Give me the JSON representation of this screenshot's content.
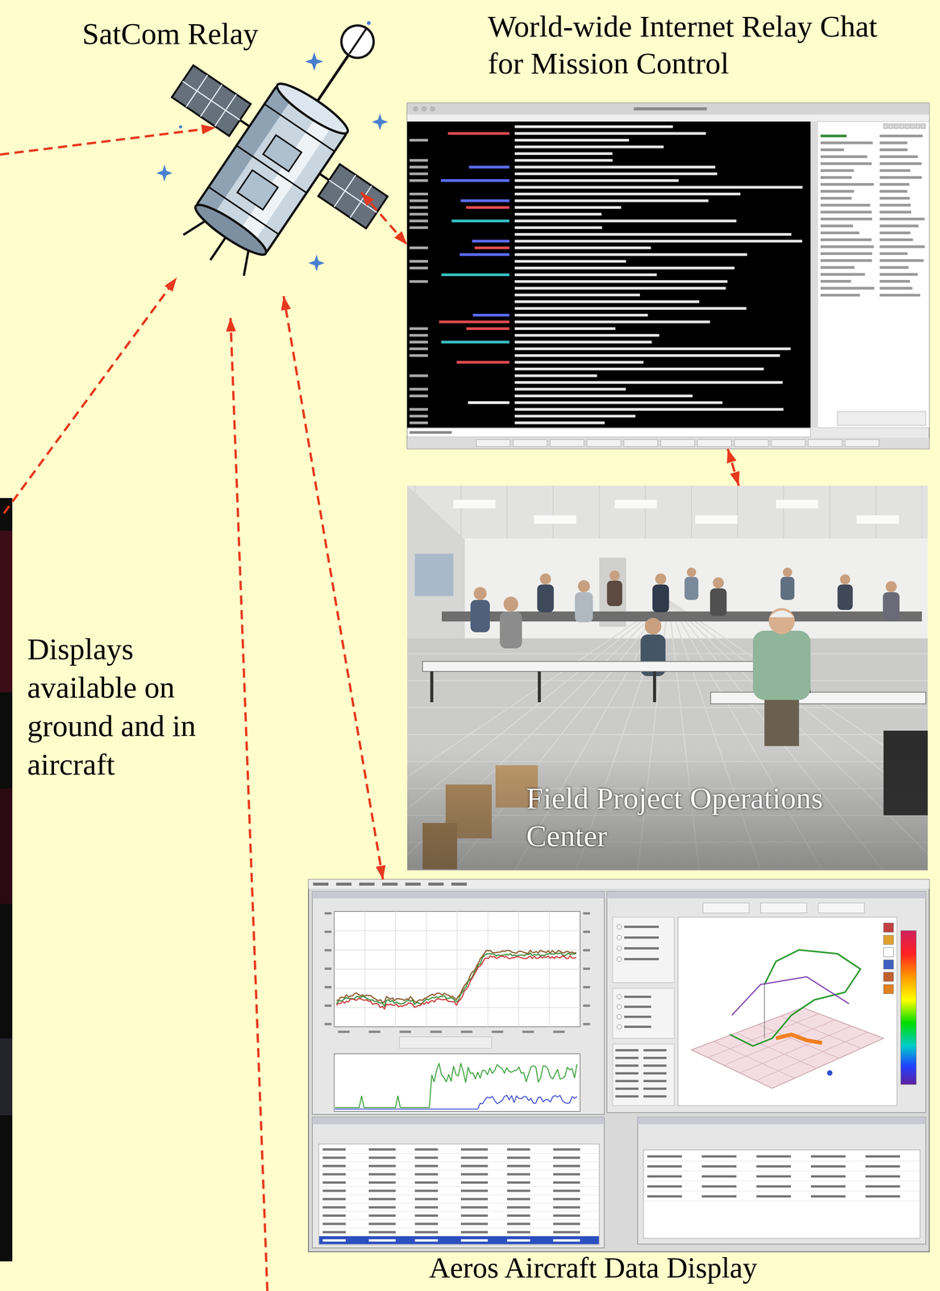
{
  "diagram": {
    "nodes": [
      {
        "text": [
          "SatCom Relay"
        ]
      },
      {
        "text": [
          "World-wide Internet Relay Chat for Mission Control"
        ]
      },
      {
        "text": [
          "Field Project Operations Center"
        ]
      },
      {
        "text": [
          "Aeros Aircraft Data Display"
        ]
      }
    ],
    "edges": [
      {
        "from": 0,
        "to": 1,
        "arrow": "both"
      },
      {
        "from": 1,
        "to": 2,
        "arrow": "both"
      },
      {
        "from": 3,
        "to": 0,
        "arrow": "both"
      }
    ],
    "labels": [
      "Displays available on ground and in aircraft"
    ]
  }
}
